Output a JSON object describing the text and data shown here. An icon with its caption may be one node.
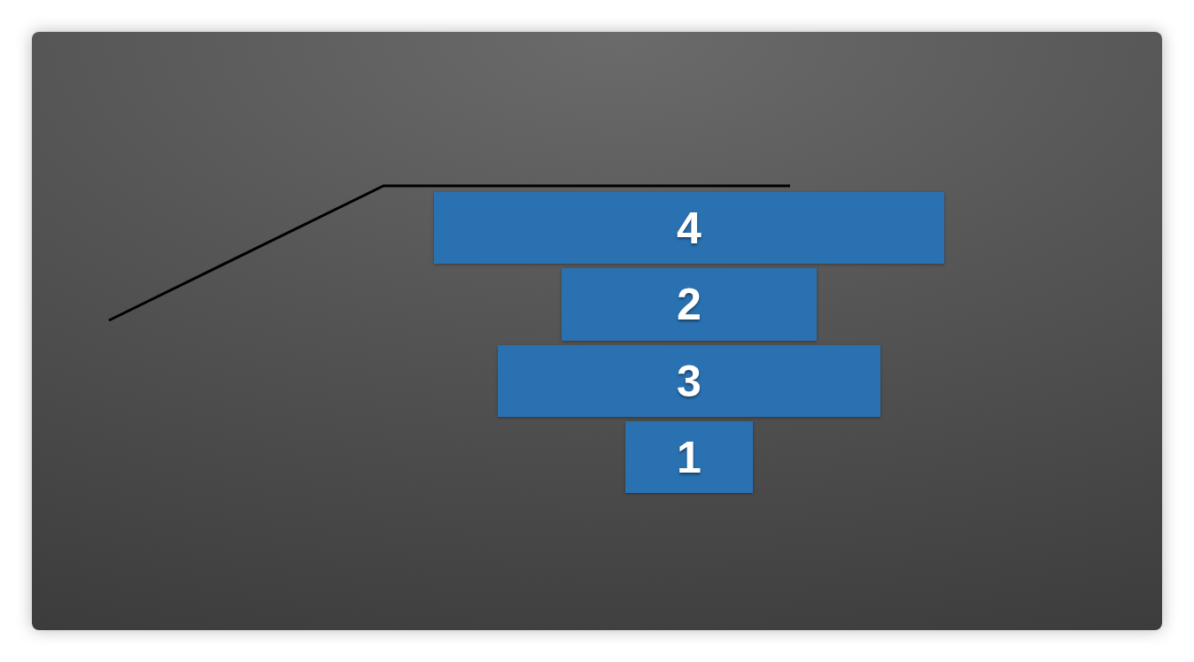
{
  "diagram": {
    "nodes": [
      {
        "text": [
          "4"
        ]
      },
      {
        "text": [
          "2"
        ]
      },
      {
        "text": [
          "3"
        ]
      },
      {
        "text": [
          "1"
        ]
      }
    ]
  }
}
